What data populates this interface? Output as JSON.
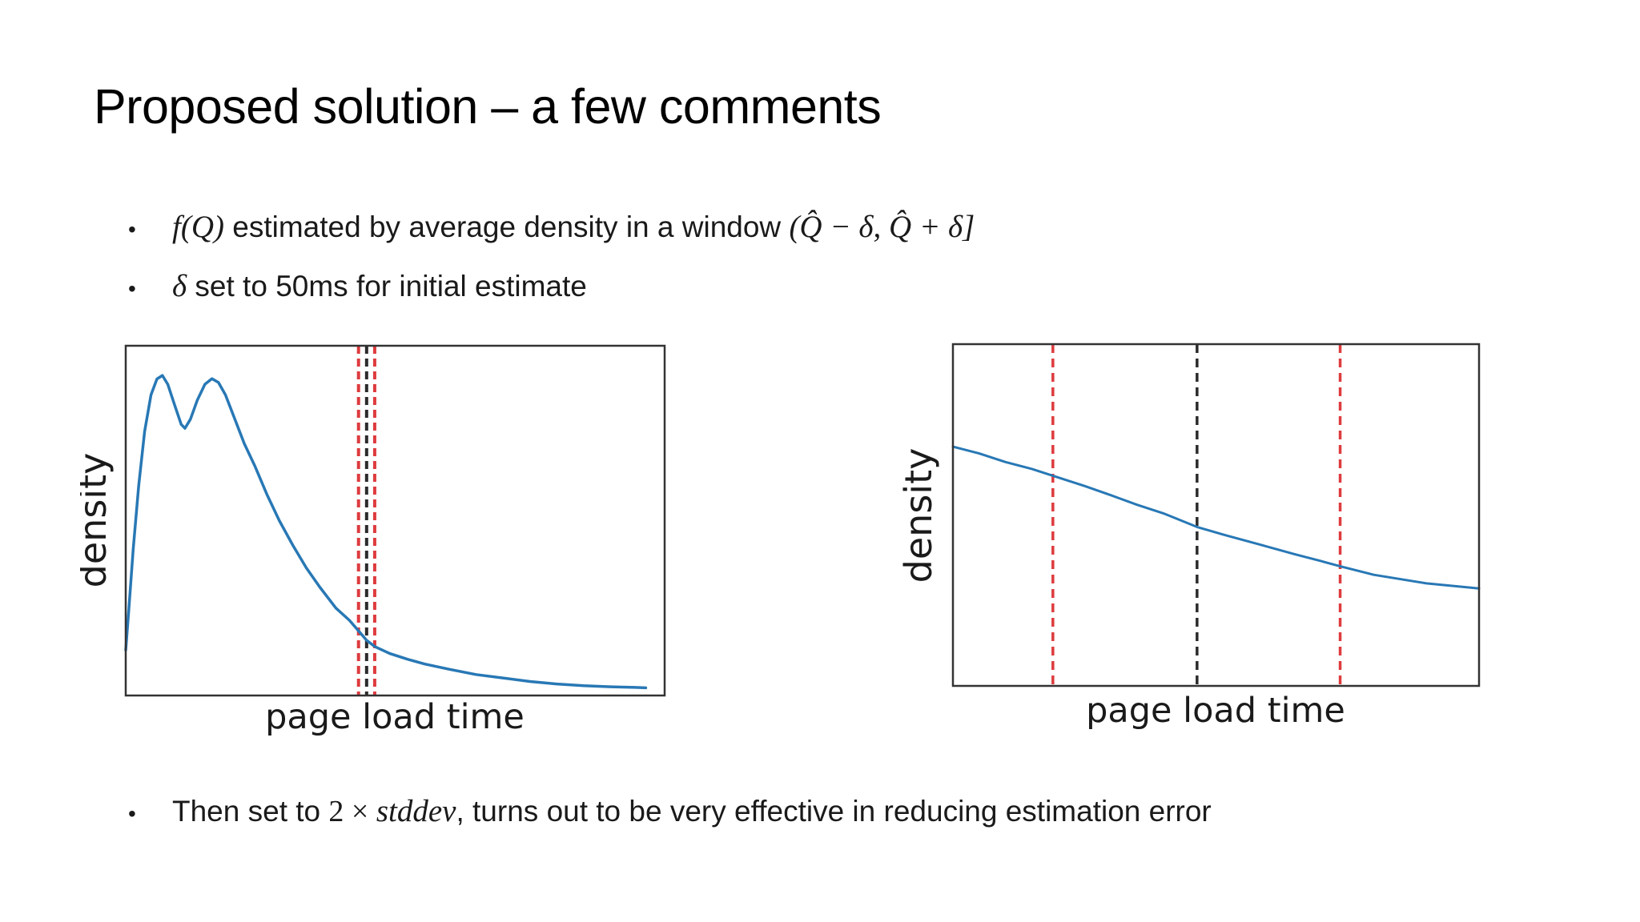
{
  "slide": {
    "title": "Proposed solution – a few comments",
    "bullet_char": "•",
    "bullets": [
      {
        "segments": [
          {
            "style": "math",
            "text": "f(Q)"
          },
          {
            "style": "plain",
            "text": " estimated by average density in a window "
          },
          {
            "style": "math",
            "text": "(Q̂ − δ, Q̂ + δ]"
          }
        ]
      },
      {
        "segments": [
          {
            "style": "math",
            "text": "δ"
          },
          {
            "style": "plain",
            "text": " set to 50ms for initial estimate"
          }
        ]
      },
      {
        "segments": [
          {
            "style": "plain",
            "text": "Then set to "
          },
          {
            "style": "mathup",
            "text": "2 × "
          },
          {
            "style": "math",
            "text": "stddev"
          },
          {
            "style": "plain",
            "text": ", turns out to be very effective in reducing estimation error"
          }
        ]
      }
    ]
  },
  "chart_data": [
    {
      "type": "line",
      "title": "",
      "xlabel": "page load time",
      "ylabel": "density",
      "xticks": [],
      "yticks": [],
      "grid": false,
      "legend": "none",
      "axes_note": "no tick labels; normalized coordinates, x 0-1 across plot width, y 0-1 of plot height (0=bottom)",
      "description": "Bimodal right-skewed page-load-time density with a tight cluster of dashed window bounds (red, black, red) around the quantile estimate",
      "series": [
        {
          "name": "density-curve",
          "color": "#2878b5",
          "points_xy_norm": [
            [
              0.0,
              0.13
            ],
            [
              0.006,
              0.25
            ],
            [
              0.014,
              0.42
            ],
            [
              0.024,
              0.6
            ],
            [
              0.035,
              0.755
            ],
            [
              0.047,
              0.86
            ],
            [
              0.058,
              0.905
            ],
            [
              0.068,
              0.915
            ],
            [
              0.078,
              0.89
            ],
            [
              0.092,
              0.825
            ],
            [
              0.103,
              0.775
            ],
            [
              0.11,
              0.764
            ],
            [
              0.12,
              0.79
            ],
            [
              0.133,
              0.845
            ],
            [
              0.147,
              0.89
            ],
            [
              0.16,
              0.906
            ],
            [
              0.172,
              0.895
            ],
            [
              0.185,
              0.86
            ],
            [
              0.2,
              0.8
            ],
            [
              0.22,
              0.72
            ],
            [
              0.24,
              0.655
            ],
            [
              0.262,
              0.575
            ],
            [
              0.285,
              0.5
            ],
            [
              0.31,
              0.43
            ],
            [
              0.335,
              0.365
            ],
            [
              0.36,
              0.31
            ],
            [
              0.39,
              0.25
            ],
            [
              0.415,
              0.215
            ],
            [
              0.432,
              0.185
            ],
            [
              0.447,
              0.158
            ],
            [
              0.462,
              0.14
            ],
            [
              0.49,
              0.12
            ],
            [
              0.52,
              0.105
            ],
            [
              0.555,
              0.09
            ],
            [
              0.6,
              0.075
            ],
            [
              0.65,
              0.06
            ],
            [
              0.7,
              0.05
            ],
            [
              0.75,
              0.04
            ],
            [
              0.8,
              0.033
            ],
            [
              0.85,
              0.028
            ],
            [
              0.9,
              0.025
            ],
            [
              0.945,
              0.023
            ],
            [
              0.965,
              0.022
            ]
          ]
        }
      ],
      "vlines": [
        {
          "x_norm": 0.432,
          "color": "#de3b3e",
          "style": "dashed",
          "role": "window-lower-bound"
        },
        {
          "x_norm": 0.447,
          "color": "#2b2b2b",
          "style": "dashed",
          "role": "quantile-estimate"
        },
        {
          "x_norm": 0.462,
          "color": "#de3b3e",
          "style": "dashed",
          "role": "window-upper-bound"
        }
      ]
    },
    {
      "type": "line",
      "title": "",
      "xlabel": "page load time",
      "ylabel": "density",
      "xticks": [],
      "yticks": [],
      "grid": false,
      "legend": "none",
      "axes_note": "no tick labels; normalized coordinates, x 0-1 across plot width, y 0-1 of plot height (0=bottom)",
      "description": "Zoomed view: gently decreasing density with widely spaced dashed lines — red lower bound, black quantile estimate, red upper bound",
      "series": [
        {
          "name": "density-curve",
          "color": "#2878b5",
          "points_xy_norm": [
            [
              0.0,
              0.7
            ],
            [
              0.05,
              0.68
            ],
            [
              0.1,
              0.655
            ],
            [
              0.15,
              0.635
            ],
            [
              0.19,
              0.615
            ],
            [
              0.25,
              0.585
            ],
            [
              0.3,
              0.558
            ],
            [
              0.35,
              0.53
            ],
            [
              0.4,
              0.505
            ],
            [
              0.464,
              0.465
            ],
            [
              0.52,
              0.44
            ],
            [
              0.58,
              0.415
            ],
            [
              0.65,
              0.385
            ],
            [
              0.7,
              0.365
            ],
            [
              0.736,
              0.35
            ],
            [
              0.8,
              0.325
            ],
            [
              0.9,
              0.3
            ],
            [
              1.0,
              0.285
            ]
          ]
        }
      ],
      "vlines": [
        {
          "x_norm": 0.19,
          "color": "#de3b3e",
          "style": "dashed",
          "role": "window-lower-bound"
        },
        {
          "x_norm": 0.464,
          "color": "#2b2b2b",
          "style": "dashed",
          "role": "quantile-estimate"
        },
        {
          "x_norm": 0.736,
          "color": "#de3b3e",
          "style": "dashed",
          "role": "window-upper-bound"
        }
      ]
    }
  ]
}
